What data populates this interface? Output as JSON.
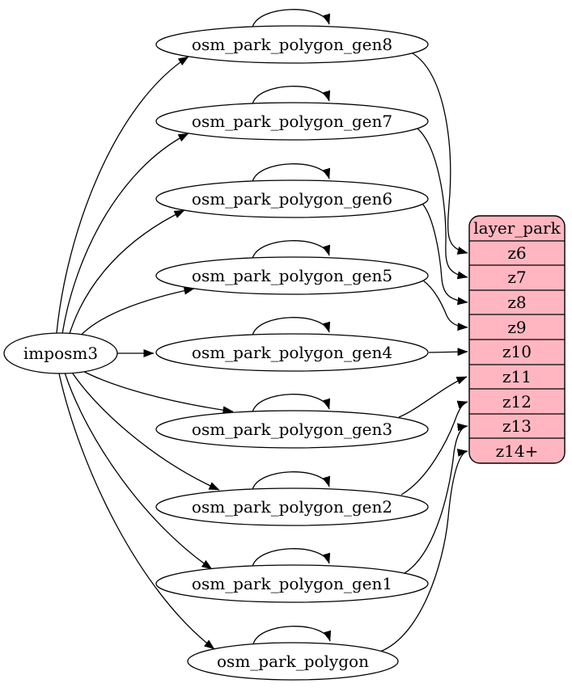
{
  "diagram": {
    "background_color": "#ffffff",
    "edge_color": "#000000",
    "node_fill": "#ffffff",
    "node_stroke": "#000000",
    "source_node": {
      "label": "imposm3"
    },
    "table_nodes": [
      {
        "label": "osm_park_polygon_gen8"
      },
      {
        "label": "osm_park_polygon_gen7"
      },
      {
        "label": "osm_park_polygon_gen6"
      },
      {
        "label": "osm_park_polygon_gen5"
      },
      {
        "label": "osm_park_polygon_gen4"
      },
      {
        "label": "osm_park_polygon_gen3"
      },
      {
        "label": "osm_park_polygon_gen2"
      },
      {
        "label": "osm_park_polygon_gen1"
      },
      {
        "label": "osm_park_polygon"
      }
    ],
    "layer_node": {
      "title": "layer_park",
      "fill": "#ffb6c1",
      "rows": [
        "z6",
        "z7",
        "z8",
        "z9",
        "z10",
        "z11",
        "z12",
        "z13",
        "z14+"
      ]
    },
    "edges": [
      {
        "from": "imposm3",
        "to": "osm_park_polygon_gen8"
      },
      {
        "from": "imposm3",
        "to": "osm_park_polygon_gen7"
      },
      {
        "from": "imposm3",
        "to": "osm_park_polygon_gen6"
      },
      {
        "from": "imposm3",
        "to": "osm_park_polygon_gen5"
      },
      {
        "from": "imposm3",
        "to": "osm_park_polygon_gen4"
      },
      {
        "from": "imposm3",
        "to": "osm_park_polygon_gen3"
      },
      {
        "from": "imposm3",
        "to": "osm_park_polygon_gen2"
      },
      {
        "from": "imposm3",
        "to": "osm_park_polygon_gen1"
      },
      {
        "from": "imposm3",
        "to": "osm_park_polygon"
      },
      {
        "from": "osm_park_polygon_gen8",
        "to": "osm_park_polygon_gen8"
      },
      {
        "from": "osm_park_polygon_gen7",
        "to": "osm_park_polygon_gen7"
      },
      {
        "from": "osm_park_polygon_gen6",
        "to": "osm_park_polygon_gen6"
      },
      {
        "from": "osm_park_polygon_gen5",
        "to": "osm_park_polygon_gen5"
      },
      {
        "from": "osm_park_polygon_gen4",
        "to": "osm_park_polygon_gen4"
      },
      {
        "from": "osm_park_polygon_gen3",
        "to": "osm_park_polygon_gen3"
      },
      {
        "from": "osm_park_polygon_gen2",
        "to": "osm_park_polygon_gen2"
      },
      {
        "from": "osm_park_polygon_gen1",
        "to": "osm_park_polygon_gen1"
      },
      {
        "from": "osm_park_polygon",
        "to": "osm_park_polygon"
      },
      {
        "from": "osm_park_polygon_gen8",
        "to": "layer_park:z6"
      },
      {
        "from": "osm_park_polygon_gen7",
        "to": "layer_park:z7"
      },
      {
        "from": "osm_park_polygon_gen6",
        "to": "layer_park:z8"
      },
      {
        "from": "osm_park_polygon_gen5",
        "to": "layer_park:z9"
      },
      {
        "from": "osm_park_polygon_gen4",
        "to": "layer_park:z10"
      },
      {
        "from": "osm_park_polygon_gen3",
        "to": "layer_park:z11"
      },
      {
        "from": "osm_park_polygon_gen2",
        "to": "layer_park:z12"
      },
      {
        "from": "osm_park_polygon_gen1",
        "to": "layer_park:z13"
      },
      {
        "from": "osm_park_polygon",
        "to": "layer_park:z14+"
      }
    ]
  }
}
